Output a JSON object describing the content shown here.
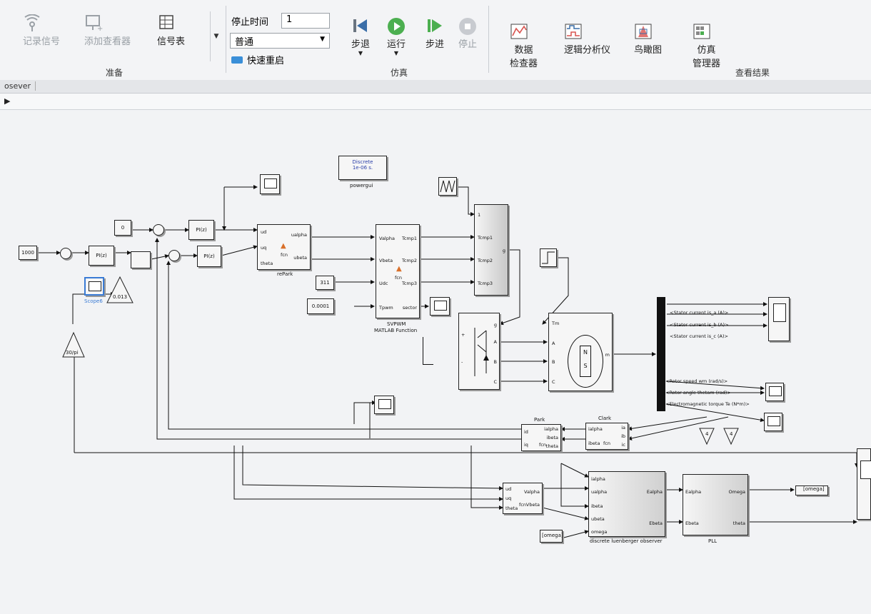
{
  "toolbar": {
    "prepare": {
      "title": "准备",
      "log_signals": "记录信号",
      "add_viewer": "添加查看器",
      "signal_table": "信号表"
    },
    "simulate": {
      "title": "仿真",
      "stop_time_label": "停止时间",
      "stop_time_value": "1",
      "mode_value": "普通",
      "fast_restart": "快速重启",
      "step_back": "步退",
      "run": "运行",
      "step_forward": "步进",
      "stop": "停止"
    },
    "review": {
      "title": "查看结果",
      "data_inspector_1": "数据",
      "data_inspector_2": "检查器",
      "logic_analyzer": "逻辑分析仪",
      "birds_eye": "鸟瞰图",
      "sim_manager_1": "仿真",
      "sim_manager_2": "管理器"
    }
  },
  "model_tab": "osever",
  "diagram": {
    "const_speed": "1000",
    "const_id": "0",
    "const_udc": "311",
    "const_tpwm": "0.0001",
    "pi": "PI(z)",
    "gain_0013": "0.013",
    "gain_30pi": "30/pi",
    "gain_4": "4",
    "scope_label": "Scope6",
    "powergui_line1": "Discrete",
    "powergui_line2": "1e-06 s.",
    "powergui_label": "powergui",
    "fcn": "fcn",
    "repark_label": "rePark",
    "repark_in": [
      "ud",
      "uq",
      "theta"
    ],
    "repark_out": [
      "ualpha",
      "ubeta"
    ],
    "svpwm_in": [
      "Valpha",
      "Vbeta",
      "Udc",
      "Tpwm"
    ],
    "svpwm_out": [
      "Tcmp1",
      "Tcmp2",
      "Tcmp3",
      "sector"
    ],
    "svpwm_label_1": "SVPWM",
    "svpwm_label_2": "MATLAB Function",
    "pwm_ports": [
      "1",
      "Tcmp1",
      "Tcmp2",
      "Tcmp3",
      "g"
    ],
    "inverter_ports": [
      "g",
      "+",
      "-",
      "A",
      "B",
      "C"
    ],
    "motor_ports": [
      "Tm",
      "A",
      "B",
      "C",
      "m"
    ],
    "motor_poles": [
      "N",
      "S"
    ],
    "bus_signals": [
      "<Stator current is_a (A)>",
      "<Stator current is_b (A)>",
      "<Stator current is_c (A)>",
      "<Rotor speed wm (rad/s)>",
      "<Rotor angle thetam (rad)>",
      "<Electromagnetic torque Te (N*m)>"
    ],
    "clark_label": "Clark",
    "clark_in": [
      "ia",
      "ib",
      "ic"
    ],
    "clark_out": [
      "ialpha",
      "ibeta"
    ],
    "park_label": "Park",
    "park_in": [
      "ialpha",
      "ibeta",
      "theta"
    ],
    "park_out": [
      "id",
      "iq"
    ],
    "repark2_in": [
      "ud",
      "uq",
      "theta"
    ],
    "repark2_out": [
      "Valpha",
      "Vbeta"
    ],
    "observer_in": [
      "ialpha",
      "ualpha",
      "ibeta",
      "ubeta",
      "omega"
    ],
    "observer_out": [
      "Ealpha",
      "Ebeta"
    ],
    "observer_label": "discrete luenberger observer",
    "pll_in": [
      "Ealpha",
      "Ebeta"
    ],
    "pll_out": [
      "Omega",
      "theta"
    ],
    "pll_label": "PLL",
    "goto_omega": "[omega]",
    "from_omega": "[omega]"
  }
}
